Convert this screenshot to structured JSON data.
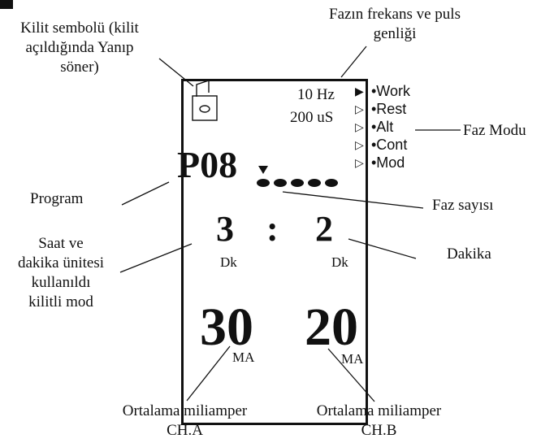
{
  "lcd": {
    "frequency": "10 Hz",
    "pulse_width": "200 uS",
    "program": "P08",
    "time_left": "3",
    "time_sep": ":",
    "time_right": "2",
    "unit_left": "Dk",
    "unit_right": "Dk",
    "current_a": "30",
    "current_b": "20",
    "current_unit_a": "MA",
    "current_unit_b": "MA",
    "modes": [
      "•Work",
      "•Rest",
      "•Alt",
      "•Cont",
      "•Mod"
    ],
    "active_mode_index": 0,
    "phase_dots": 5
  },
  "annotations": {
    "lock_line1": "Kilit sembolü (kilit",
    "lock_line2": "açıldığında Yanıp",
    "lock_line3": "söner)",
    "freq_line1": "Fazın frekans ve puls",
    "freq_line2": "genliği",
    "phase_mode": "Faz Modu",
    "program": "Program",
    "phase_count": "Faz sayısı",
    "hour_line1": "Saat ve",
    "hour_line2": "dakika ünitesi",
    "hour_line3": "kullanıldı",
    "hour_line4": "kilitli mod",
    "minute": "Dakika",
    "avg_a_line1": "Ortalama miliamper",
    "avg_a_line2": "CH.A",
    "avg_b_line1": "Ortalama miliamper",
    "avg_b_line2": "CH.B"
  }
}
